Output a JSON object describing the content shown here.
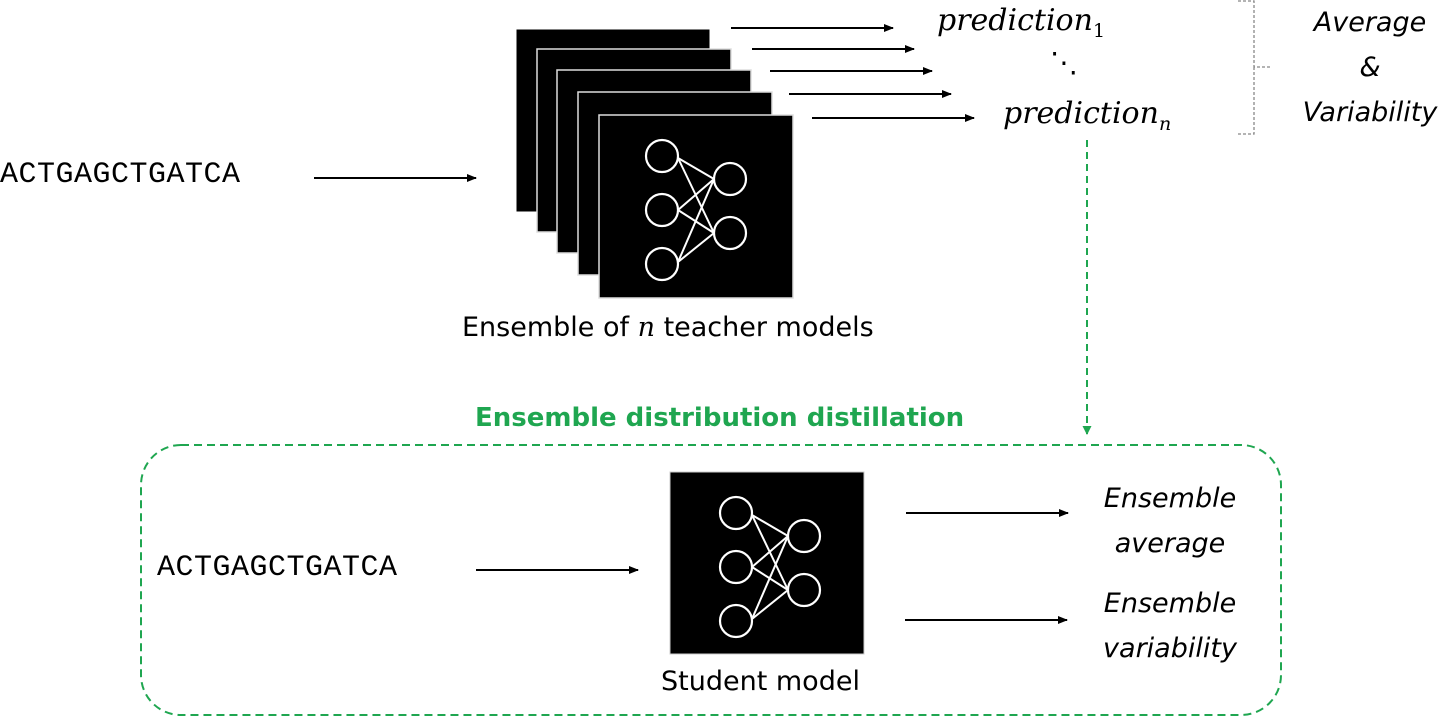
{
  "teacher_section": {
    "input_sequence": "ACTGAGCTGATCA",
    "model_count": 5,
    "caption_prefix": "Ensemble of ",
    "caption_var": "n",
    "caption_suffix": " teacher models",
    "predictions": [
      {
        "base": "prediction",
        "subscript": "1"
      },
      {
        "dots": "⋱"
      },
      {
        "base": "prediction",
        "subscript": "n"
      }
    ],
    "summary_lines": [
      "Average",
      "&",
      "Variability"
    ]
  },
  "distillation": {
    "title": "Ensemble distribution distillation",
    "color": "#1fa650"
  },
  "student_section": {
    "input_sequence": "ACTGAGCTGATCA",
    "caption": "Student model",
    "outputs": [
      {
        "line1": "Ensemble",
        "line2": "average"
      },
      {
        "line1": "Ensemble",
        "line2": "variability"
      }
    ]
  }
}
